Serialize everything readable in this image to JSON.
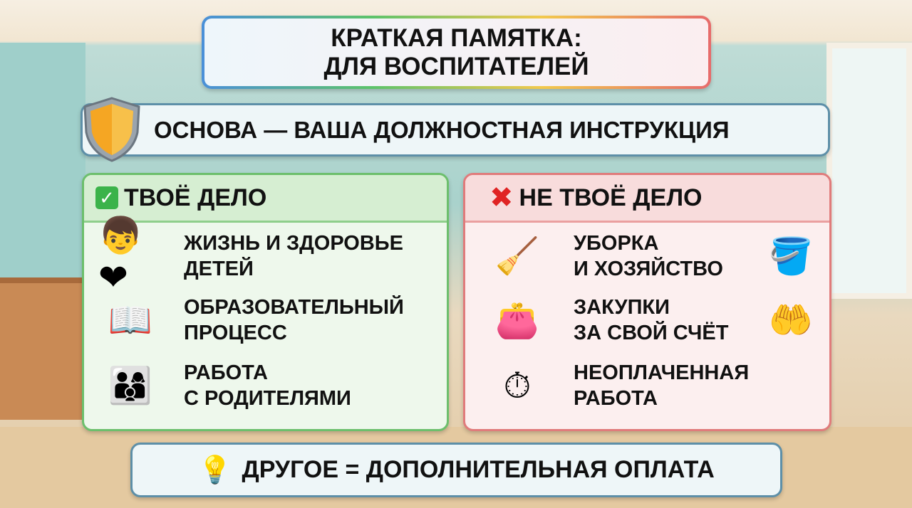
{
  "title": {
    "line1": "КРАТКАЯ ПАМЯТКА:",
    "line2": "ДЛЯ ВОСПИТАТЕЛЕЙ"
  },
  "basis": {
    "text": "ОСНОВА — ВАША ДОЛЖНОСТНАЯ ИНСТРУКЦИЯ",
    "icon": "shield-icon"
  },
  "your_job": {
    "header": "ТВОЁ ДЕЛО",
    "items": [
      {
        "line1": "ЖИЗНЬ И ЗДОРОВЬЕ",
        "line2": "ДЕТЕЙ",
        "icon": "child-heart-icon"
      },
      {
        "line1": "ОБРАЗОВАТЕЛЬНЫЙ",
        "line2": "ПРОЦЕСС",
        "icon": "teacher-book-icon"
      },
      {
        "line1": "РАБОТА",
        "line2": "С РОДИТЕЛЯМИ",
        "icon": "family-icon"
      }
    ]
  },
  "not_your_job": {
    "header": "НЕ ТВОЁ ДЕЛО",
    "items": [
      {
        "line1": "УБОРКА",
        "line2": "И ХОЗЯЙСТВО",
        "icon": "cleaning-icon"
      },
      {
        "line1": "ЗАКУПКИ",
        "line2": "ЗА СВОЙ СЧЁТ",
        "icon": "wallet-icon"
      },
      {
        "line1": "НЕОПЛАЧЕННАЯ",
        "line2": "РАБОТА",
        "icon": "stopwatch-money-icon"
      }
    ]
  },
  "bottom": {
    "text": "ДРУГОЕ = ДОПОЛНИТЕЛЬНАЯ ОПЛАТА",
    "icon": "lightbulb-icon"
  },
  "colors": {
    "green": "#3bb34a",
    "red": "#e02424",
    "blue_border": "#5d8fa8"
  }
}
